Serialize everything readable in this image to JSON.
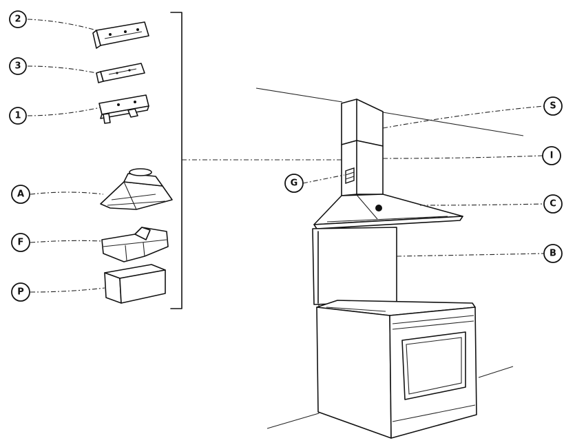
{
  "callouts": {
    "part_2": "2",
    "part_3": "3",
    "part_1": "1",
    "part_A": "A",
    "part_F": "F",
    "part_P": "P",
    "assembly_S": "S",
    "assembly_I": "I",
    "assembly_G": "G",
    "assembly_C": "C",
    "assembly_B": "B"
  }
}
